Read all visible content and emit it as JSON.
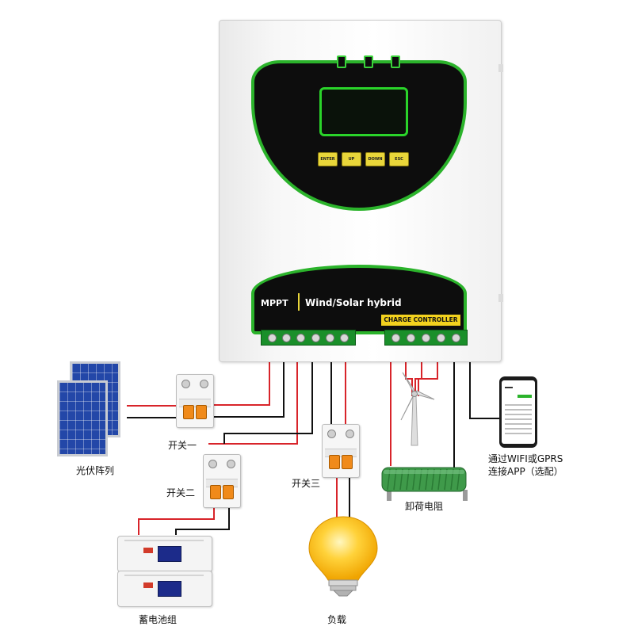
{
  "controller": {
    "buttons": [
      "ENTER",
      "UP",
      "DOWN",
      "ESC"
    ],
    "brand_label": "MPPT",
    "product_label": "Wind/Solar hybrid",
    "badge_label": "CHARGE CONTROLLER"
  },
  "components": {
    "pv_array": "光伏阵列",
    "switch_1": "开关一",
    "switch_2": "开关二",
    "switch_3": "开关三",
    "battery_bank": "蓄电池组",
    "load": "负载",
    "dump_resistor": "卸荷电阻",
    "app_line1": "通过WIFI或GPRS",
    "app_line2": "连接APP（选配）"
  },
  "colors": {
    "accent_green": "#2bb32b",
    "positive_wire": "#d8242a",
    "negative_wire": "#111111",
    "breaker_handle": "#f08a1a"
  },
  "icons": {
    "bulb": "bulb-icon",
    "wind": "wind-turbine-icon",
    "phone": "smartphone-icon"
  }
}
